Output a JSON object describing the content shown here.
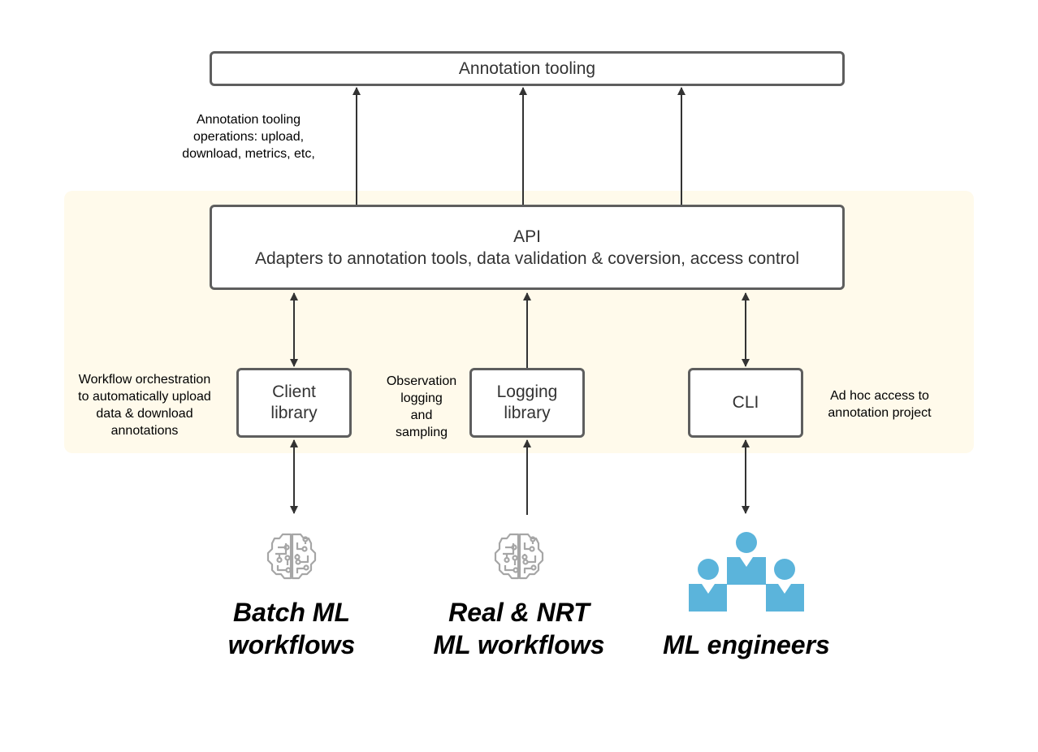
{
  "diagram": {
    "top_box": {
      "label": "Annotation tooling"
    },
    "api_box": {
      "title": "API",
      "subtitle": "Adapters to annotation tools, data validation & coversion, access control"
    },
    "components": [
      {
        "id": "client",
        "line1": "Client",
        "line2": "library"
      },
      {
        "id": "logging",
        "line1": "Logging",
        "line2": "library"
      },
      {
        "id": "cli",
        "line1": "CLI",
        "line2": ""
      }
    ],
    "notes": {
      "ops": [
        "Annotation tooling",
        "operations: upload,",
        "download, metrics, etc,"
      ],
      "workflow": [
        "Workflow orchestration",
        "to automatically upload",
        "data & download",
        "annotations"
      ],
      "observation": [
        "Observation",
        "logging",
        "and",
        "sampling"
      ],
      "adhoc": [
        "Ad hoc access to",
        "annotation project"
      ]
    },
    "consumers": [
      {
        "id": "batch",
        "icon": "brain-circuit-icon",
        "line1": "Batch ML",
        "line2": "workflows"
      },
      {
        "id": "realtime",
        "icon": "brain-circuit-icon",
        "line1": "Real & NRT",
        "line2": "ML workflows"
      },
      {
        "id": "engineers",
        "icon": "people-group-icon",
        "line1": "ML engineers",
        "line2": ""
      }
    ],
    "colors": {
      "band": "#fffaeb",
      "box_border": "#5e5e5e",
      "arrow": "#333333",
      "brain_icon": "#a6a6a6",
      "people_icon": "#5bb4db"
    }
  }
}
